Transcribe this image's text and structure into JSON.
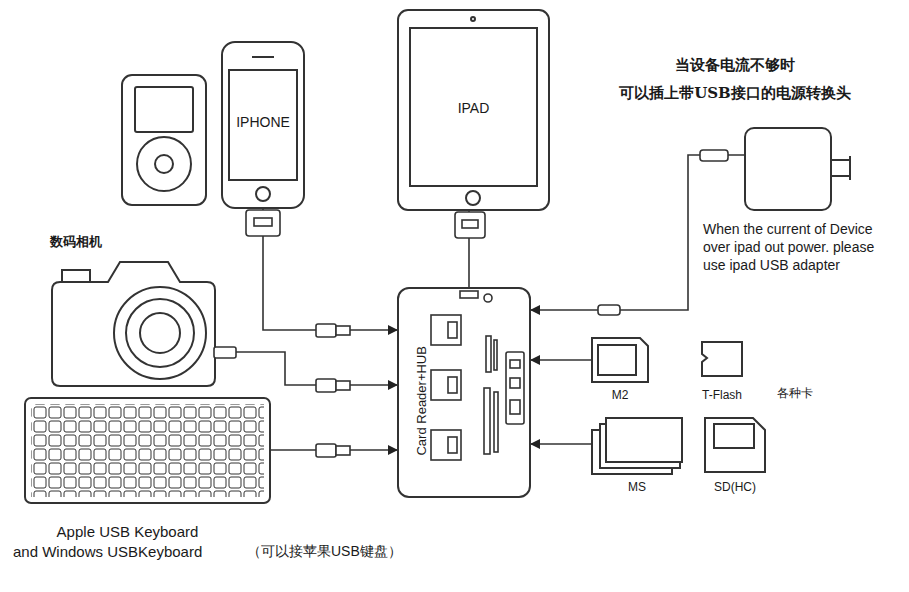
{
  "diagram": {
    "nodes": [
      {
        "text": [
          "IPHONE"
        ]
      },
      {
        "text": [
          "IPAD"
        ]
      },
      {
        "text": [
          "When the current of Device over ipad out power. please use ipad USB adapter"
        ]
      },
      {
        "text": [
          "数码相机"
        ]
      },
      {
        "text": [
          "Card Reader+HUB"
        ]
      },
      {
        "text": [
          "M2"
        ]
      },
      {
        "text": [
          "T-Flash"
        ]
      },
      {
        "text": [
          "Apple USB Keyboard",
          "and Windows USBKeyboard",
          "（可以接苹果USB键盘）"
        ]
      },
      {
        "text": [
          "MS"
        ]
      },
      {
        "text": [
          "SD(HC)"
        ]
      }
    ],
    "edges": [
      {
        "from": 0,
        "to": 4,
        "arrow": "to"
      },
      {
        "from": 3,
        "to": 4,
        "arrow": "to"
      },
      {
        "from": 7,
        "to": 4,
        "arrow": "to"
      },
      {
        "from": 1,
        "to": 4,
        "arrow": "none"
      },
      {
        "from": 2,
        "to": 4,
        "arrow": "to"
      },
      {
        "from": 5,
        "to": 4,
        "arrow": "to"
      },
      {
        "from": 8,
        "to": 4,
        "arrow": "to"
      }
    ],
    "labels": [
      "当设备电流不够时",
      "可以插上带USB接口的电源转换头",
      "各种卡"
    ]
  }
}
